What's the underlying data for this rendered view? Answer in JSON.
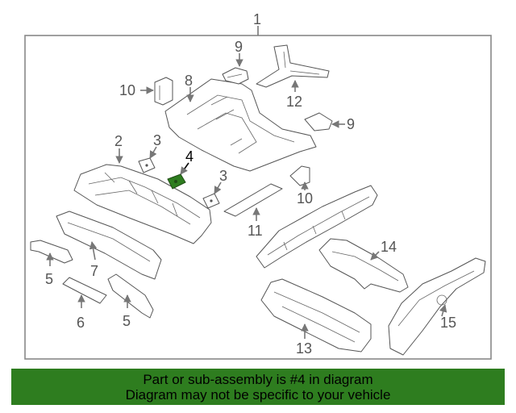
{
  "diagram": {
    "callouts": {
      "c1": "1",
      "c2": "2",
      "c3a": "3",
      "c3b": "3",
      "c4": "4",
      "c5a": "5",
      "c5b": "5",
      "c6": "6",
      "c7": "7",
      "c8": "8",
      "c9a": "9",
      "c9b": "9",
      "c10a": "10",
      "c10b": "10",
      "c11": "11",
      "c12": "12",
      "c13": "13",
      "c14": "14",
      "c15": "15"
    },
    "highlight_color": "#2e7d1f"
  },
  "banner": {
    "line1": "Part or sub-assembly is #4 in diagram",
    "line2": "Diagram may not be specific to your vehicle",
    "color": "#2e7d1f"
  }
}
